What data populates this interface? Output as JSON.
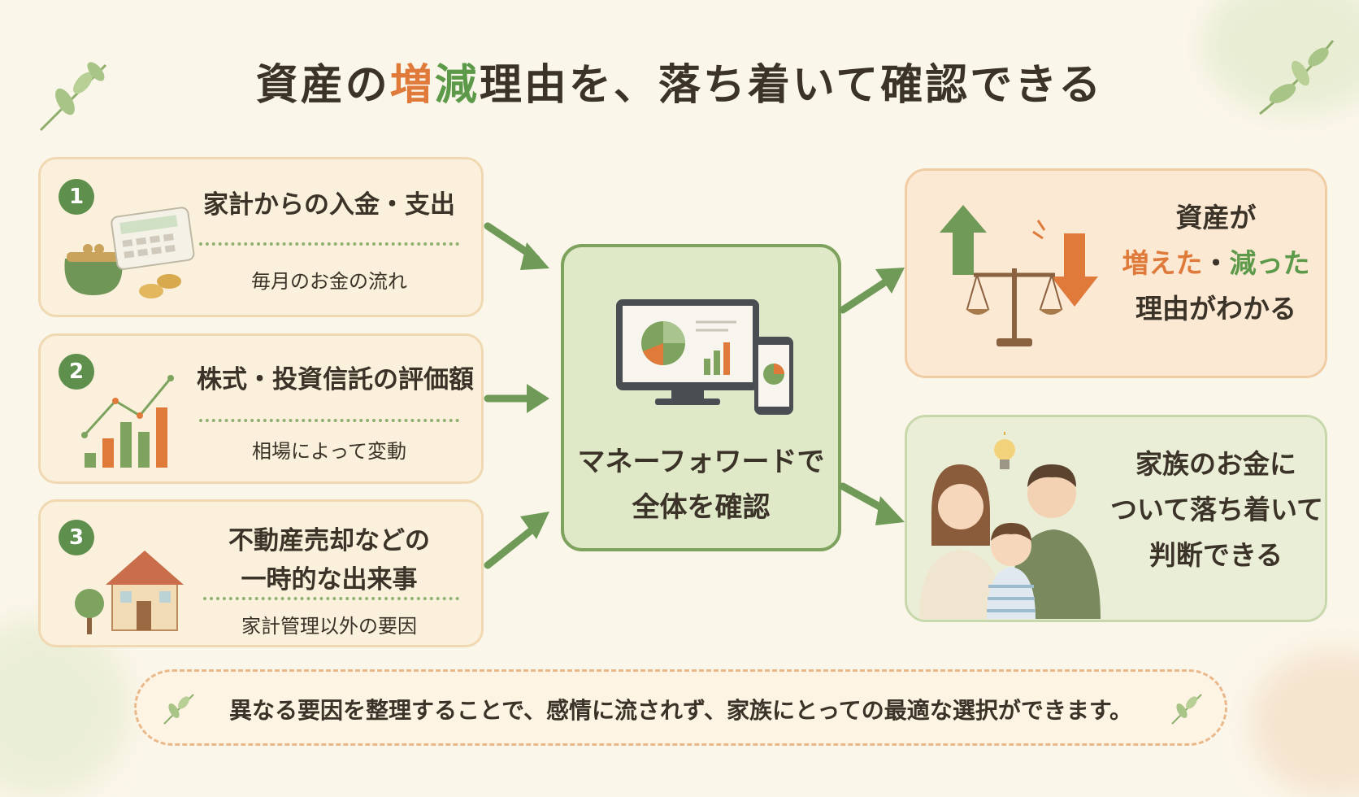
{
  "title": {
    "pre": "資産の",
    "inc": "増",
    "dec": "減",
    "post": "理由を、落ち着いて確認できる"
  },
  "cards": [
    {
      "num": "1",
      "title": "家計からの入金・支出",
      "sub": "毎月のお金の流れ"
    },
    {
      "num": "2",
      "title": "株式・投資信託の評価額",
      "sub": "相場によって変動"
    },
    {
      "num": "3",
      "title_line1": "不動産売却などの",
      "title_line2": "一時的な出来事",
      "sub": "家計管理以外の要因"
    }
  ],
  "center": {
    "line1": "マネーフォワードで",
    "line2": "全体を確認"
  },
  "result1": {
    "line1": "資産が",
    "line2_a": "増えた",
    "line2_sep": "・",
    "line2_b": "減った",
    "line3": "理由がわかる"
  },
  "result2": {
    "line1": "家族のお金に",
    "line2": "ついて落ち着いて",
    "line3": "判断できる"
  },
  "footer": "異なる要因を整理することで、感情に流されず、家族にとっての最適な選択ができます。",
  "colors": {
    "green": "#5e8f4c",
    "orange": "#e07a3a",
    "cream": "#fbf6ea"
  },
  "icons": [
    "leaf-icon",
    "wallet-icon",
    "calculator-icon",
    "coins-icon",
    "bar-chart-icon",
    "house-icon",
    "tree-icon",
    "monitor-icon",
    "phone-icon",
    "pie-chart-icon",
    "arrow-up-icon",
    "arrow-down-icon",
    "scale-icon",
    "lightbulb-icon",
    "family-icon"
  ]
}
